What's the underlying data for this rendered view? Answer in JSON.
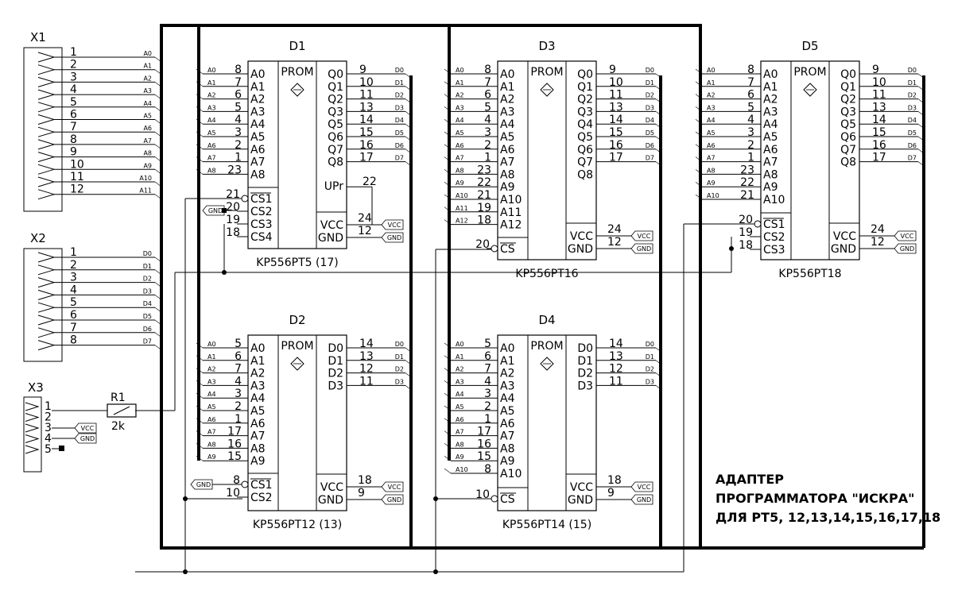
{
  "title": {
    "line1": "АДАПТЕР",
    "line2": "ПРОГРАММАТОРА \"ИСКРА\"",
    "line3": "ДЛЯ РТ5, 12,13,14,15,16,17,18"
  },
  "r1": {
    "name": "R1",
    "value": "2k"
  },
  "connectors": {
    "x1": {
      "name": "X1",
      "pins": [
        "1",
        "2",
        "3",
        "4",
        "5",
        "6",
        "7",
        "8",
        "9",
        "10",
        "11",
        "12"
      ],
      "signals": [
        "A0",
        "A1",
        "A2",
        "A3",
        "A4",
        "A5",
        "A6",
        "A7",
        "A8",
        "A9",
        "A10",
        "A11"
      ]
    },
    "x2": {
      "name": "X2",
      "pins": [
        "1",
        "2",
        "3",
        "4",
        "5",
        "6",
        "7",
        "8"
      ],
      "signals": [
        "D0",
        "D1",
        "D2",
        "D3",
        "D4",
        "D5",
        "D6",
        "D7"
      ]
    },
    "x3": {
      "name": "X3",
      "pins": [
        "1",
        "2",
        "3",
        "4",
        "5"
      ],
      "vcc": "VCC",
      "gnd": "GND"
    }
  },
  "chips": {
    "d1": {
      "name": "D1",
      "label": "KP556PT5 (17)",
      "prom": "PROM",
      "left_pins": [
        "A0",
        "A1",
        "A2",
        "A3",
        "A4",
        "A5",
        "A6",
        "A7",
        "A8"
      ],
      "left_nums": [
        "8",
        "7",
        "6",
        "5",
        "4",
        "3",
        "2",
        "1",
        "23"
      ],
      "left_wires": [
        "A0",
        "A1",
        "A2",
        "A3",
        "A4",
        "A5",
        "A6",
        "A7",
        "A8"
      ],
      "cs_pins": [
        "CS1",
        "CS2",
        "CS3",
        "CS4"
      ],
      "cs_nums": [
        "21",
        "20",
        "19",
        "18"
      ],
      "out_pins": [
        "Q0",
        "Q1",
        "Q2",
        "Q3",
        "Q5",
        "Q6",
        "Q7",
        "Q8"
      ],
      "out_nums": [
        "9",
        "10",
        "11",
        "13",
        "14",
        "15",
        "16",
        "17"
      ],
      "out_wires": [
        "D0",
        "D1",
        "D2",
        "D3",
        "D4",
        "D5",
        "D6",
        "D7"
      ],
      "upr": "UPr",
      "upr_num": "22",
      "vcc": "VCC",
      "gnd": "GND",
      "vcc_num": "24",
      "gnd_num": "12",
      "gnd_flag": "GND",
      "vcc_flag": "VCC"
    },
    "d2": {
      "name": "D2",
      "label": "KP556PT12 (13)",
      "prom": "PROM",
      "left_pins": [
        "A0",
        "A1",
        "A2",
        "A3",
        "A4",
        "A5",
        "A6",
        "A7",
        "A8",
        "A9"
      ],
      "left_nums": [
        "5",
        "6",
        "7",
        "4",
        "3",
        "2",
        "1",
        "17",
        "16",
        "15"
      ],
      "left_wires": [
        "A0",
        "A1",
        "A2",
        "A3",
        "A4",
        "A5",
        "A6",
        "A7",
        "A8",
        "A9"
      ],
      "cs_pins": [
        "CS1",
        "CS2"
      ],
      "cs_nums": [
        "8",
        "10"
      ],
      "out_pins": [
        "D0",
        "D1",
        "D2",
        "D3"
      ],
      "out_nums": [
        "14",
        "13",
        "12",
        "11"
      ],
      "out_wires": [
        "D0",
        "D1",
        "D2",
        "D3"
      ],
      "vcc": "VCC",
      "gnd": "GND",
      "vcc_num": "18",
      "gnd_num": "9",
      "gnd_flag": "GND",
      "vcc_flag": "VCC"
    },
    "d3": {
      "name": "D3",
      "label": "KP556PT16",
      "prom": "PROM",
      "left_pins": [
        "A0",
        "A1",
        "A2",
        "A3",
        "A4",
        "A5",
        "A6",
        "A7",
        "A8",
        "A9",
        "A10",
        "A11",
        "A12"
      ],
      "left_nums": [
        "8",
        "7",
        "6",
        "5",
        "4",
        "3",
        "2",
        "1",
        "23",
        "22",
        "21",
        "19",
        "18"
      ],
      "left_wires": [
        "A0",
        "A1",
        "A2",
        "A3",
        "A4",
        "A5",
        "A6",
        "A7",
        "A8",
        "A9",
        "A10",
        "A11",
        "A12"
      ],
      "cs_pins": [
        "CS"
      ],
      "cs_nums": [
        "20"
      ],
      "out_pins": [
        "Q0",
        "Q1",
        "Q2",
        "Q3",
        "Q4",
        "Q5",
        "Q6",
        "Q7",
        "Q8"
      ],
      "out_nums": [
        "9",
        "10",
        "11",
        "13",
        "14",
        "15",
        "16",
        "17"
      ],
      "out_wires": [
        "D0",
        "D1",
        "D2",
        "D3",
        "D4",
        "D5",
        "D6",
        "D7"
      ],
      "vcc": "VCC",
      "gnd": "GND",
      "vcc_num": "24",
      "gnd_num": "12",
      "vcc_flag": "VCC",
      "gnd_flag": "GND"
    },
    "d4": {
      "name": "D4",
      "label": "KP556PT14 (15)",
      "prom": "PROM",
      "left_pins": [
        "A0",
        "A1",
        "A2",
        "A3",
        "A4",
        "A5",
        "A6",
        "A7",
        "A8",
        "A9",
        "A10"
      ],
      "left_nums": [
        "5",
        "6",
        "7",
        "4",
        "3",
        "2",
        "1",
        "17",
        "16",
        "15",
        "8"
      ],
      "left_wires": [
        "A0",
        "A1",
        "A2",
        "A3",
        "A4",
        "A5",
        "A6",
        "A7",
        "A8",
        "A9",
        "A10"
      ],
      "cs_pins": [
        "CS"
      ],
      "cs_nums": [
        "10"
      ],
      "out_pins": [
        "D0",
        "D1",
        "D2",
        "D3"
      ],
      "out_nums": [
        "14",
        "13",
        "12",
        "11"
      ],
      "out_wires": [
        "D0",
        "D1",
        "D2",
        "D3"
      ],
      "vcc": "VCC",
      "gnd": "GND",
      "vcc_num": "18",
      "gnd_num": "9",
      "vcc_flag": "VCC",
      "gnd_flag": "GND"
    },
    "d5": {
      "name": "D5",
      "label": "KP556PT18",
      "prom": "PROM",
      "left_pins": [
        "A0",
        "A1",
        "A2",
        "A3",
        "A4",
        "A5",
        "A6",
        "A7",
        "A8",
        "A9",
        "A10"
      ],
      "left_nums": [
        "8",
        "7",
        "6",
        "5",
        "4",
        "3",
        "2",
        "1",
        "23",
        "22",
        "21"
      ],
      "left_wires": [
        "A0",
        "A1",
        "A2",
        "A3",
        "A4",
        "A5",
        "A6",
        "A7",
        "A8",
        "A9",
        "A10"
      ],
      "cs_pins": [
        "CS1",
        "CS2",
        "CS3"
      ],
      "cs_nums": [
        "20",
        "19",
        "18"
      ],
      "out_pins": [
        "Q0",
        "Q1",
        "Q2",
        "Q3",
        "Q5",
        "Q6",
        "Q7",
        "Q8"
      ],
      "out_nums": [
        "9",
        "10",
        "11",
        "13",
        "14",
        "15",
        "16",
        "17"
      ],
      "out_wires": [
        "D0",
        "D1",
        "D2",
        "D3",
        "D4",
        "D5",
        "D6",
        "D7"
      ],
      "vcc": "VCC",
      "gnd": "GND",
      "vcc_num": "24",
      "gnd_num": "12",
      "vcc_flag": "VCC",
      "gnd_flag": "GND"
    }
  }
}
